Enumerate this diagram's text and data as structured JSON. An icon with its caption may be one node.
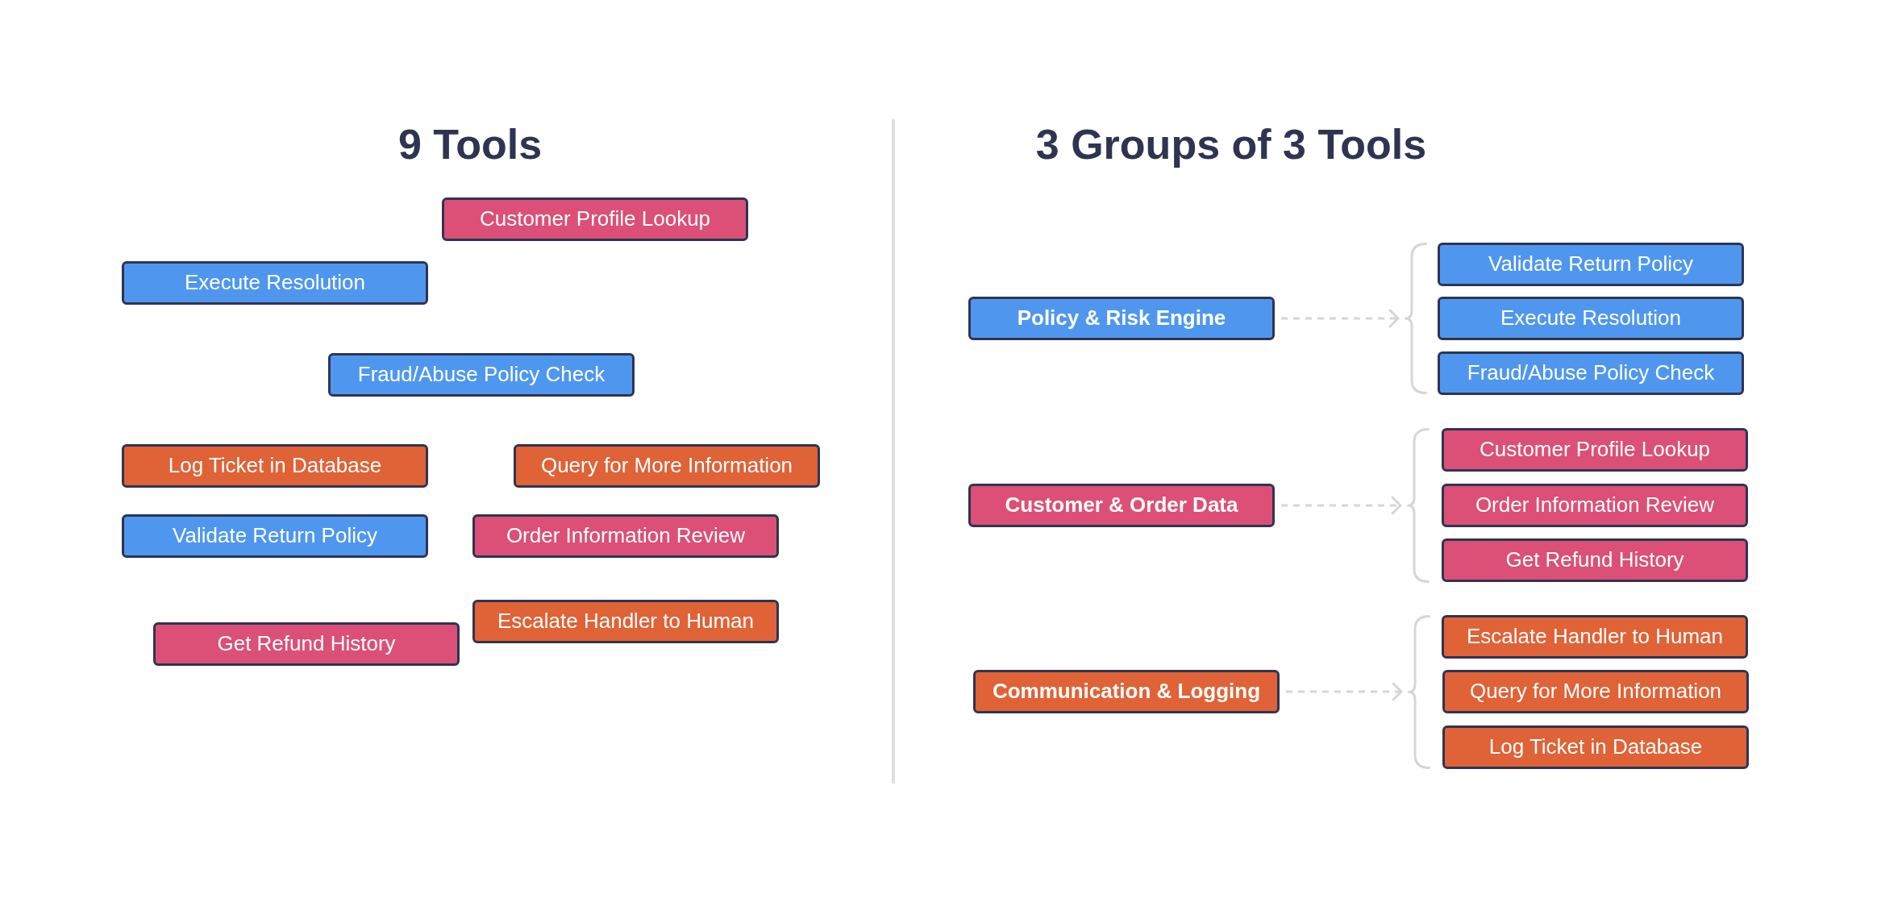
{
  "diagram": {
    "nodes": [
      {
        "text": [
          "Customer Profile Lookup"
        ]
      },
      {
        "text": [
          "Execute Resolution"
        ]
      },
      {
        "text": [
          "Fraud/Abuse Policy Check"
        ]
      },
      {
        "text": [
          "Log Ticket in Database"
        ]
      },
      {
        "text": [
          "Query for More Information"
        ]
      },
      {
        "text": [
          "Validate Return Policy"
        ]
      },
      {
        "text": [
          "Order Information Review"
        ]
      },
      {
        "text": [
          "Escalate Handler to Human"
        ]
      },
      {
        "text": [
          "Get Refund History"
        ]
      },
      {
        "text": [
          "Policy & Risk Engine"
        ]
      },
      {
        "text": [],
        "shape": "brace"
      },
      {
        "text": [
          "Validate Return Policy"
        ]
      },
      {
        "text": [
          "Execute Resolution"
        ]
      },
      {
        "text": [
          "Fraud/Abuse Policy Check"
        ]
      },
      {
        "text": [
          "Customer & Order Data"
        ]
      },
      {
        "text": [],
        "shape": "brace"
      },
      {
        "text": [
          "Customer Profile Lookup"
        ]
      },
      {
        "text": [
          "Order Information Review"
        ]
      },
      {
        "text": [
          "Get Refund History"
        ]
      },
      {
        "text": [
          "Communication & Logging"
        ]
      },
      {
        "text": [],
        "shape": "brace"
      },
      {
        "text": [
          "Escalate Handler to Human"
        ]
      },
      {
        "text": [
          "Query for More Information"
        ]
      },
      {
        "text": [
          "Log Ticket in Database"
        ]
      }
    ],
    "edges": [
      {
        "from": 9,
        "to": 10,
        "arrow": "to",
        "style": "dashed"
      },
      {
        "from": 14,
        "to": 15,
        "arrow": "to",
        "style": "dashed"
      },
      {
        "from": 19,
        "to": 20,
        "arrow": "to",
        "style": "dashed"
      }
    ],
    "labels": [
      "9 Tools",
      "3 Groups of 3 Tools"
    ]
  }
}
